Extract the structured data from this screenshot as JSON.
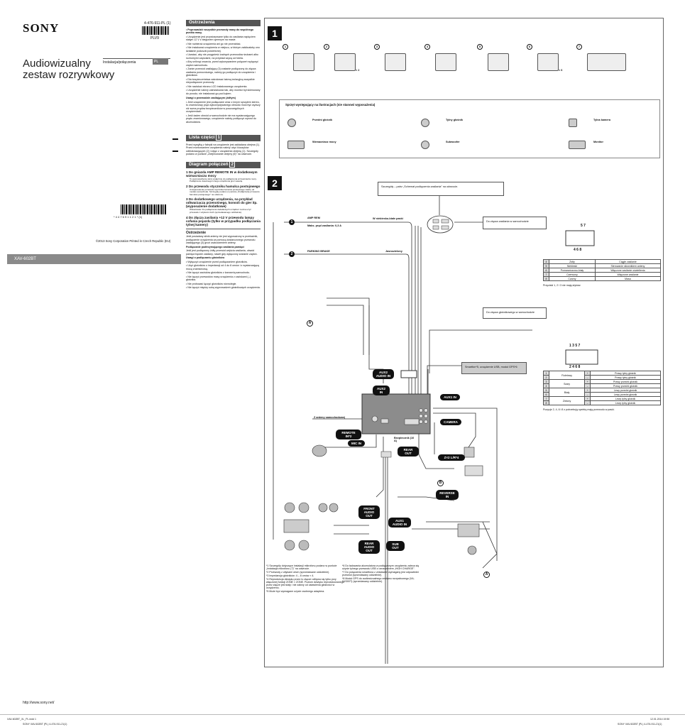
{
  "header": {
    "brand": "SONY",
    "part_code": "4-476-911-PL (1)",
    "barcode_label": "PLV9",
    "title_line1": "Audiowizualny",
    "title_line2": "zestaw rozrywkowy",
    "section": "Instalacja/połączenia",
    "lang": "PL",
    "barcode2_text": "* 4 4 7 6 9 1 1 2 1 * (1)",
    "copyright": "©2013 Sony Corporation  Printed in Czech Republic (EU)",
    "model": "XAV-602BT"
  },
  "warnings": {
    "heading": "Ostrzeżenia",
    "items": [
      "Poprowadzić wszystkie przewody masy do wspólnego punktu masy.",
      "Urządzenie jest przystosowane tylko do zasilania napięciem stałym 12 V z biegunem ujemnym na masie.",
      "Nie rozbierać urządzenia ani go nie przerabiać.",
      "Nie instalować urządzenia w miejscu, w którym zakłócałoby ono działanie poduszki powietrznej.",
      "Uważać, aby nie przygnieść żadnych przewodów śrubami albo ruchomymi częściami, na przykład szyną od fotela.",
      "Aby uniknąć zwarcia, przed wykonywaniem połączeń wyłączyć zapłon samochodu.",
      "Zanim przewód zasilający (3) zostanie podłączony do złącza zasilania pomocniczego, należy go podłączyć do urządzenia i głośników.",
      "Dla bezpieczeństwa zaizolować taśmą izolacyjną wszystkie niepodłączone przewody.",
      "Nie naciskać ekranu LCD instalowanego urządzenia.",
      "Urządzenie należy zainstalować tak, aby monitor był skierowany do przodu; nie instalować go pod kątem."
    ],
    "power_heading": "Uwagi o przewodzie zasilającym (żółtym)",
    "power_items": [
      "Jeśli urządzenie jest podłączane wraz z innym sprzętem stereo, to znamionowy prąd wykorzystywanego obwodu musi być wyższy niż suma prądów bezpieczników w poszczególnych urządzeniach.",
      "Jeśli żaden obwód w samochodzie nie ma wystarczającego prądu znamionowego, urządzenie należy podłączyć wprost do akumulatora."
    ]
  },
  "parts": {
    "heading": "Lista części",
    "badge": "1",
    "text": "Przed wysyłką z fabryki na urządzenie jest zakładana obejma (1). Przed montowaniem urządzenia należy użyć kluczyków odblokowujących (2) i zdjąć z urządzenia obejmę (1). Szczegóły podano w punkcie „Zdejmowanie obejmy (6)” na odwrocie."
  },
  "diagram_text": {
    "heading": "Diagram połączeń",
    "badge": "2",
    "items": [
      {
        "n": "1",
        "title": "Do gniazda AMP REMOTE IN w dodatkowym wzmacniaczu mocy",
        "note": "To wyprowadzenie służy wyłącznie do podłączenia wzmacniacza mocy. Podłączenie dowolnego innego urządzenia grozi awarią."
      },
      {
        "n": "2",
        "title": "Do przewodu styczniku hamulca postojowego",
        "note": "Umiejscowienie przewodu stycznika hamulca postojowego zależy od modelu samochodu. Szczegóły podano w punkcie „Podłączanie przewodu hamulca postojowego” na odwrocie."
      },
      {
        "n": "3",
        "title": "Do dodatkowego urządzenia, na przykład odtwarzacza przenośnego, konsoli do gier itp. (wyposażenie dodatkowe)",
        "note": "Wskazówka: Do podłączenia dodatkowych urządzeń można użyć przewodu z wtykami cinch (sprzedawanego oddzielnie)."
      },
      {
        "n": "4",
        "title": "Do złącza zasilania +12 V przewodu lampy cofania pojazdu (tylko w przypadku podłączania tylnej kamery)",
        "note": ""
      }
    ],
    "caution_heading": "Ostrzeżenie",
    "caution": "Jeśli posiadany silnik anteny nie jest wyposażony w przekaźnik, podłączenie urządzenia za pomocą dostarczonego przewodu zasilającego (3) grozi uszkodzeniem anteny.",
    "mem_heading": "Podłączanie podtrzymującego zasilania pamięci",
    "mem": "Jeśli jest podłączony żółty przewód wejścia zasilania, obwód pamięci będzie zasilany, nawet gdy wyłączony zostanie zapłon.",
    "spk_heading": "Uwagi o podłączaniu głośników",
    "spk_items": [
      "Wyłączyć urządzenie przed podłączaniem głośników.",
      "Użyć głośników o impedancji od 4 do 8 omów i z wystarczającą mocą znamionową.",
      "Nie łączyć zacisków głośników z karoserią samochodu.",
      "Nie łączyć przewodów masy urządzenia z zaciskami (–) głośnika.",
      "Nie próbować łączyć głośników równolegle.",
      "Nie łączyć między sobą wyprowadzeń głośnikowych urządzenia."
    ]
  },
  "section1": {
    "number": "1",
    "parts": [
      {
        "n": "1"
      },
      {
        "n": "2",
        "qty": "× 2"
      },
      {
        "n": "3"
      },
      {
        "n": "4"
      },
      {
        "n": "5"
      },
      {
        "n": "6",
        "qty": "× 6"
      },
      {
        "n": "7"
      }
    ]
  },
  "equipment": {
    "heading": "Sprzęt występujący na ilustracjach (nie stanowi wyposażenia)",
    "items": [
      "Przedni głośnik",
      "Tylny głośnik",
      "Tylna kamera",
      "Wzmacniacz mocy",
      "Subwoofer",
      "Monitor"
    ]
  },
  "section2": {
    "number": "2",
    "details_box": "Szczegóły – patrz „Schemat podłączenia zasilania” na odwrocie.",
    "power_conn": "Do złącza zasilania w samochodzie",
    "speaker_conn": "Do złącza głośnikowego w samochodzie",
    "amp_rem": "AMP REM",
    "amp_current": "Maks. prąd zasilania: 0,3 A",
    "amp_color": "W niebiesko-białe paski",
    "parking": "PARKING BRAKE",
    "parking_color": "Jasnozielony",
    "antenna": "Z anteny samochodowej",
    "fuse": "Bezpiecznik (10 A)",
    "smartphone": "Smartfon*5, urządzenie USB, moduł GPS*6",
    "pins_top": "5  7",
    "pins_bottom": "4  6  8",
    "pins2_top": "1  3  5  7",
    "pins2_bottom": "2  4  6  8",
    "power_table": [
      [
        "4",
        "Żółty",
        "Ciągłe zasilanie"
      ],
      [
        "5",
        "Niebieski",
        "Sterowanie silownikiem anteny"
      ],
      [
        "6",
        "Pomarańczowo-biały",
        "Włączone zasilanie oświetlenia"
      ],
      [
        "7",
        "Czerwony",
        "Włączone zasilanie"
      ],
      [
        "8",
        "Czarny",
        "Masa"
      ]
    ],
    "power_note": "Przyciski 1, 2 i 3 nie mają styków.",
    "speaker_table": [
      [
        "1",
        "Fioletowy",
        "+",
        "Prawy tylny głośnik"
      ],
      [
        "2",
        "",
        "–",
        "Prawy tylny głośnik"
      ],
      [
        "3",
        "Szary",
        "+",
        "Prawy przedni głośnik"
      ],
      [
        "4",
        "",
        "–",
        "Prawy przedni głośnik"
      ],
      [
        "5",
        "Biały",
        "+",
        "Lewy przedni głośnik"
      ],
      [
        "6",
        "",
        "–",
        "Lewy przedni głośnik"
      ],
      [
        "7",
        "Zielony",
        "+",
        "Lewy tylny głośnik"
      ],
      [
        "8",
        "",
        "–",
        "Lewy tylny głośnik"
      ]
    ],
    "speaker_note": "Pozycje 2, 4, 6 i 8 z potrzebują spełnią mają przewodu w paski.",
    "pills": {
      "aux2_audio": "AUX2 AUDIO IN",
      "aux2": "AUX2 IN",
      "aux1": "AUX1 IN",
      "camera": "CAMERA",
      "remote": "REMOTE IN*2",
      "mic": "MIC IN",
      "rear_out": "REAR OUT",
      "z2": "Z×2 L/R*4",
      "reverse": "REVERSE IN",
      "front_audio": "FRONT AUDIO OUT",
      "aux1_audio": "AUX1 AUDIO IN",
      "rear_audio": "REAR AUDIO OUT",
      "sub_out": "SUB OUT"
    },
    "marks": {
      "a": "A",
      "b": "B",
      "one": "1",
      "two": "2"
    },
    "footnotes_left": [
      "*1 Szczegóły dotyczące instalacji mikrofonu podano w punkcie „Instalacja mikrofonu (7)” na odwrocie.",
      "*2 Przewody z wtykami cinch (sprzedawane oddzielnie).",
      "*3 Impedancja głośników: 4 – 8 omów × 4.",
      "*4 Reprodukcja dźwięku przez to złącze odbywa się tylko przy włączonej funkcji ZONE × ZONE. Poziom dźwięku reprodukowanego przez złącze jest stały i nie zależy od ustawienia głośności w urządzeniu.",
      "*5 Może być wymagane użycie osobnego adaptera."
    ],
    "footnotes_right": [
      "*6 Do ładowania akumulatora w podłączonym urządzeniu zaleca się użycie tylnego przewodu USB z oznaczeniem „HIGH CHARGE”.",
      "*7 Do połączenia smartfona z zestawem wymagany jest odpowiedni przewód (sprzedawany oddzielnie).",
      "*8 Moduł GPS do audiowizualnego zestawu rozrywkowego (XA-NV300T) (sprzedawany oddzielnie)."
    ]
  },
  "footer": {
    "url": "http://www.sony.net/",
    "file": "XAV-602BT_XL_PL.indd  1",
    "date": "12.01.2014  19:50",
    "left_code": "SONY XAV-602BT (PL) 4-476-911-21(1)",
    "right_code": "SONY XAV-602BT (PL) 4-476-911-21(1)"
  }
}
